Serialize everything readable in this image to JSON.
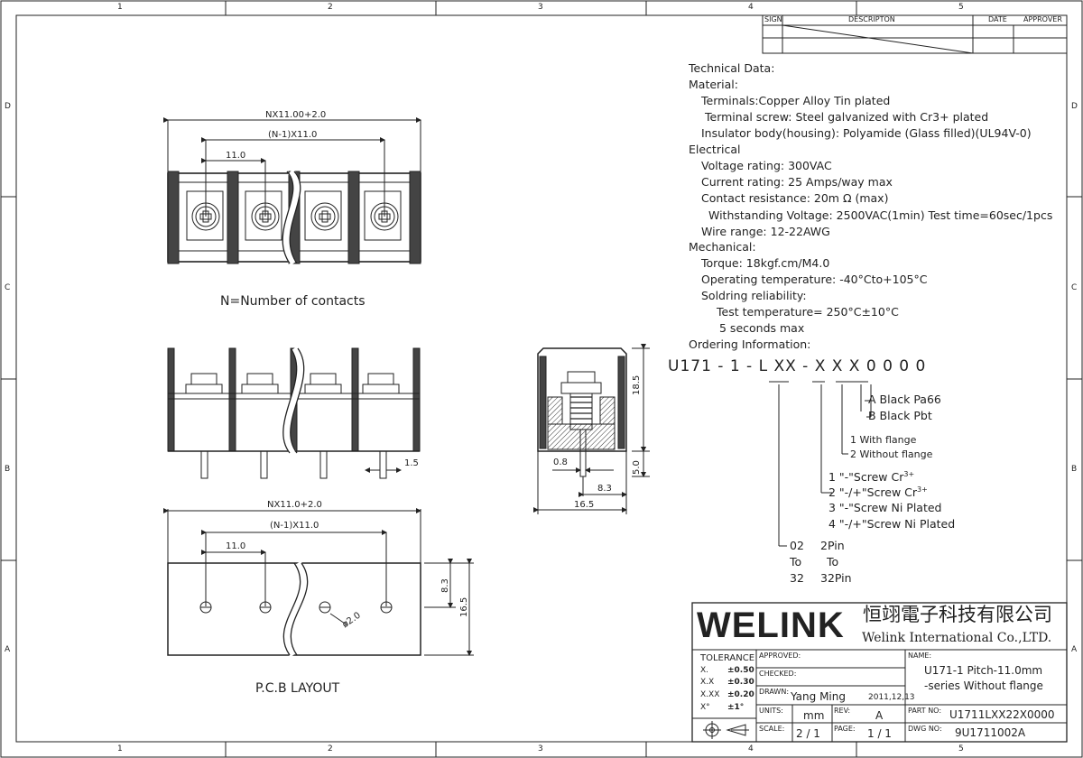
{
  "frame": {
    "col_numbers": [
      "1",
      "2",
      "3",
      "4",
      "5"
    ],
    "row_letters": [
      "D",
      "C",
      "B",
      "A"
    ]
  },
  "revision_table": {
    "sign": "SIGN",
    "description": "DESCRIPTON",
    "date": "DATE",
    "approver": "APPROVER"
  },
  "technical": {
    "lines": [
      "Technical Data:",
      "Material:",
      "Terminals:Copper Alloy Tin plated",
      "Terminal screw: Steel galvanized with Cr3+ plated",
      "Insulator body(housing): Polyamide (Glass filled)(UL94V-0)",
      "Electrical",
      "Voltage rating: 300VAC",
      "Current rating: 25 Amps/way max",
      "Contact resistance: 20m Ω  (max)",
      "Withstanding Voltage: 2500VAC(1min) Test time=60sec/1pcs",
      "Wire range: 12-22AWG",
      "Mechanical:",
      "Torque: 18kgf.cm/M4.0",
      "Operating temperature: -40°Cto+105°C",
      "Soldring reliability:",
      "Test temperature= 250°C±10°C",
      "5 seconds max",
      "Ordering Information:"
    ]
  },
  "ordering": {
    "code": "U171 - 1 - L XX - X  X X 0 0 0 0",
    "material_a": "A  Black Pa66",
    "material_b": "B  Black Pbt",
    "flange_1": "1  With flange",
    "flange_2": "2  Without flange",
    "screw_1": "1   \"-\"Screw Cr",
    "screw_1_sup": "3+",
    "screw_2": "2   \"-/+\"Screw Cr",
    "screw_2_sup": "3+",
    "screw_3": "3   \"-\"Screw Ni Plated",
    "screw_4": "4   \"-/+\"Screw Ni Plated",
    "pins_a1": "02",
    "pins_a2": "2Pin",
    "pins_b1": "To",
    "pins_b2": "To",
    "pins_c1": "32",
    "pins_c2": "32Pin"
  },
  "dims": {
    "top_overall": "NX11.00+2.0",
    "top_span": "(N-1)X11.0",
    "top_pitch": "11.0",
    "n_note": "N=Number of contacts",
    "front_pin": "1.5",
    "side_height": "18.5",
    "side_pin_len": "5.0",
    "side_offset": "0.8",
    "side_pin_pos": "8.3",
    "side_depth": "16.5",
    "pcb_overall": "NX11.0+2.0",
    "pcb_span": "(N-1)X11.0",
    "pcb_pitch": "11.0",
    "pcb_hole_y": "8.3",
    "pcb_height": "16.5",
    "pcb_hole_dia": "ø2.0",
    "pcb_label": "P.C.B LAYOUT"
  },
  "title_block": {
    "logo": "WELINK",
    "company_cn": "恒翊電子科技有限公司",
    "company_en": "Welink International Co.,LTD.",
    "tolerance_label": "TOLERANCE",
    "tol_x": "X.",
    "tol_x_val": "±0.50",
    "tol_xx": "X.X",
    "tol_xx_val": "±0.30",
    "tol_xxx": "X.XX",
    "tol_xxx_val": "±0.20",
    "tol_deg": "X°",
    "tol_deg_val": "±1°",
    "approved_label": "APPROVED:",
    "checked_label": "CHECKED:",
    "drawn_label": "DRAWN:",
    "drawn_by": "Yang Ming",
    "drawn_date": "2011,12,13",
    "units_label": "UNITS:",
    "units": "mm",
    "rev_label": "REV:",
    "rev": "A",
    "scale_label": "SCALE:",
    "scale": "2 / 1",
    "page_label": "PAGE:",
    "page": "1 / 1",
    "name_label": "NAME:",
    "name_line1": "U171-1 Pitch-11.0mm",
    "name_line2": "-series Without flange",
    "part_label": "PART NO:",
    "part_no": "U1711LXX22X0000",
    "dwg_label": "DWG NO:",
    "dwg_no": "9U1711002A"
  }
}
